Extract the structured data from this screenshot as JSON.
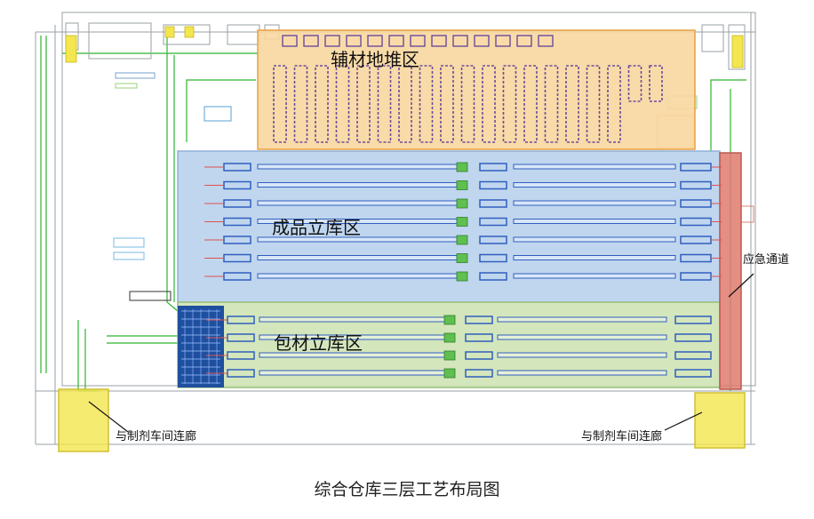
{
  "figure": {
    "caption": "综合仓库三层工艺布局图"
  },
  "zones": {
    "auxiliary_floor_stack": "辅材地堆区",
    "finished_goods_asrs": "成品立库区",
    "packaging_asrs": "包材立库区"
  },
  "callouts": {
    "emergency_passage": "应急通道",
    "corridor_left": "与制剂车间连廊",
    "corridor_right": "与制剂车间连廊"
  },
  "colors": {
    "auxiliary_zone_fill": "#f8d7a0",
    "auxiliary_zone_border": "#e8a040",
    "finished_zone_fill": "#b9d2ec",
    "packaging_zone_fill": "#cfe3b4",
    "emergency_passage_fill": "#e07a6e",
    "corridor_fill": "#f4e64e",
    "rack_blue": "#2f5fbf",
    "pallet_purple": "#6c4c9a",
    "wall_green": "#2fb52f",
    "conveyor_blue": "#1f4f9f"
  }
}
